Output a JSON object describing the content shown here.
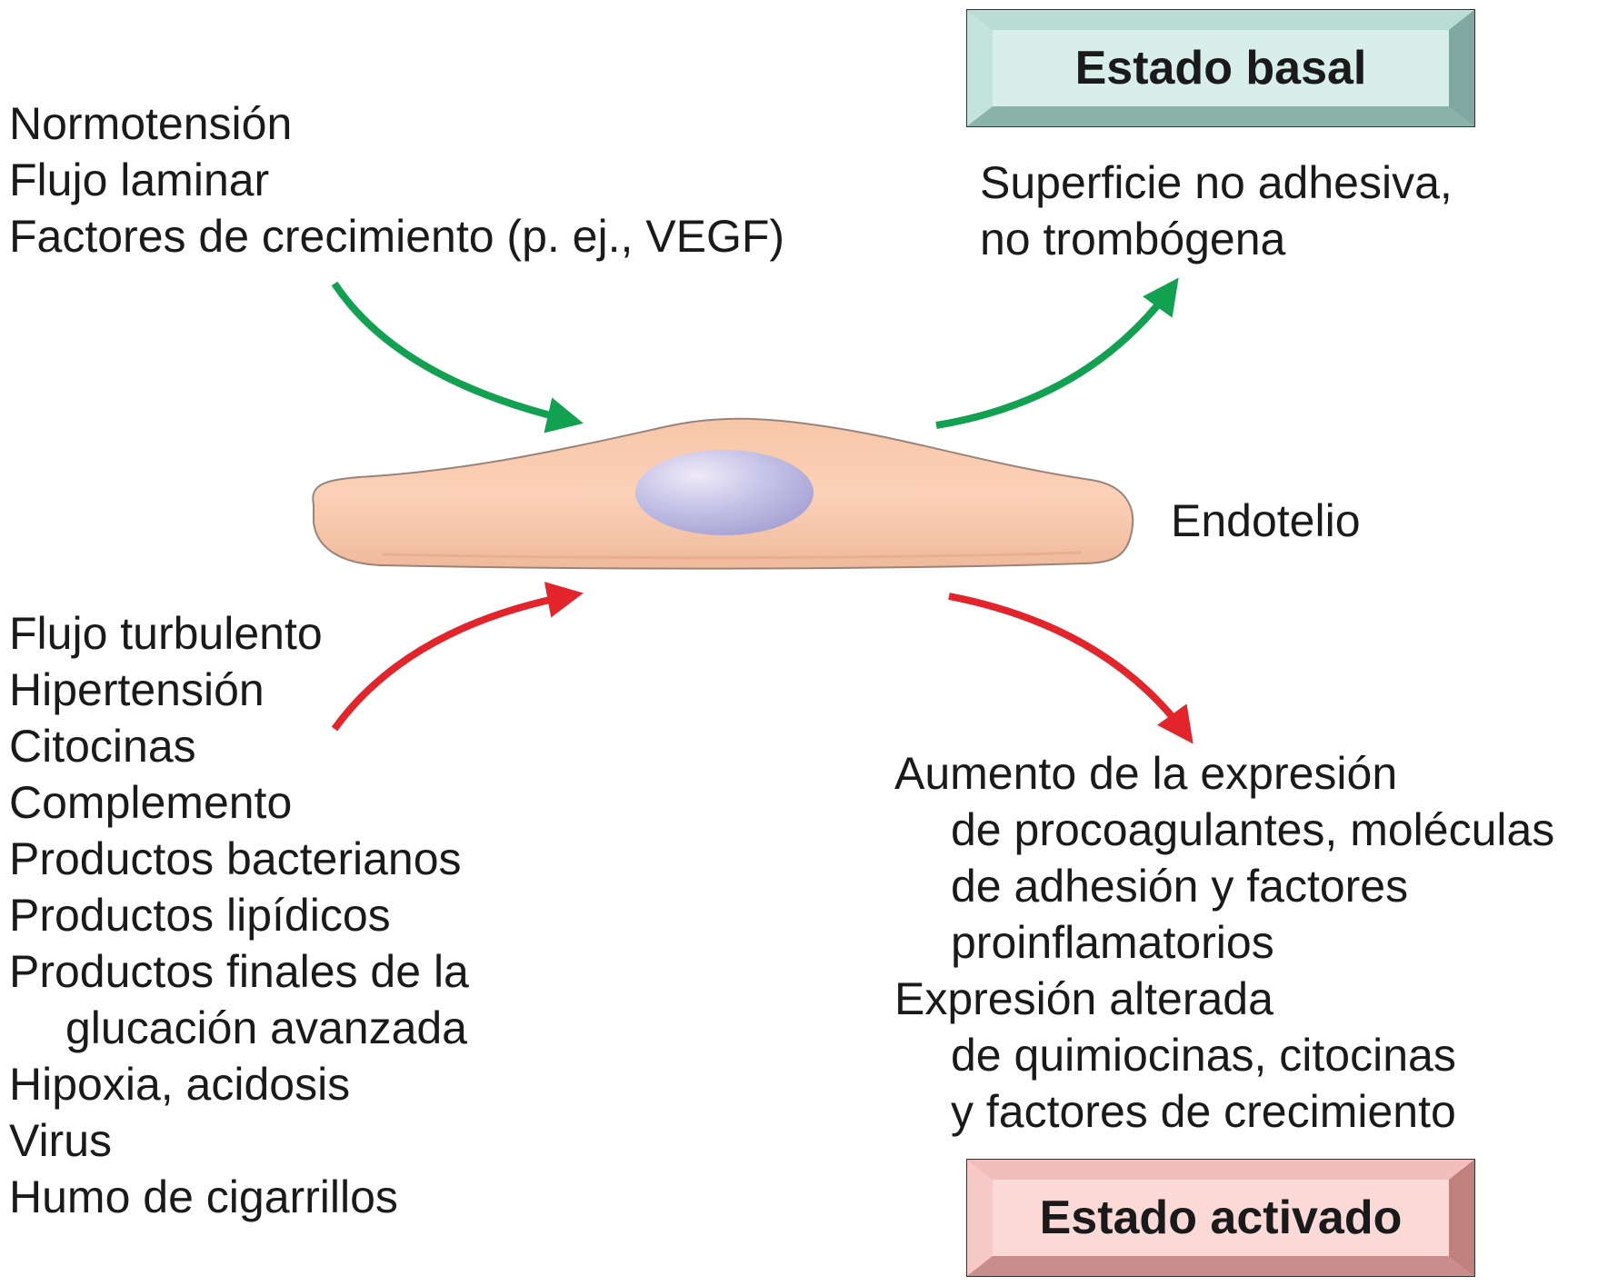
{
  "basal_stimuli": [
    "Normotensión",
    "Flujo laminar",
    "Factores de crecimiento (p. ej., VEGF)"
  ],
  "basal_state": {
    "title": "Estado basal",
    "description": [
      "Superficie no adhesiva,",
      "no trombógena"
    ]
  },
  "cell_label": "Endotelio",
  "activating_stimuli": [
    "Flujo turbulento",
    "Hipertensión",
    "Citocinas",
    "Complemento",
    "Productos bacterianos",
    "Productos lipídicos",
    "Productos finales de la",
    "glucación avanzada",
    "Hipoxia, acidosis",
    "Virus",
    "Humo de cigarrillos"
  ],
  "activated_effects": [
    "Aumento de la expresión",
    "de procoagulantes, moléculas",
    "de adhesión y factores",
    "proinflamatorios",
    "Expresión alterada",
    "de quimiocinas, citocinas",
    "y factores de crecimiento"
  ],
  "activated_state": {
    "title": "Estado activado"
  },
  "colors": {
    "basal_arrow": "#12a150",
    "activated_arrow": "#e3242b",
    "basal_box": "#d7eeea",
    "basal_box_edge": "#93bdb4",
    "activated_box": "#fbd9d7",
    "activated_box_edge": "#d29a98",
    "cell_fill": "#f9cbb0",
    "cell_outline": "#9a8479",
    "nucleus": "#c5c2e6"
  }
}
